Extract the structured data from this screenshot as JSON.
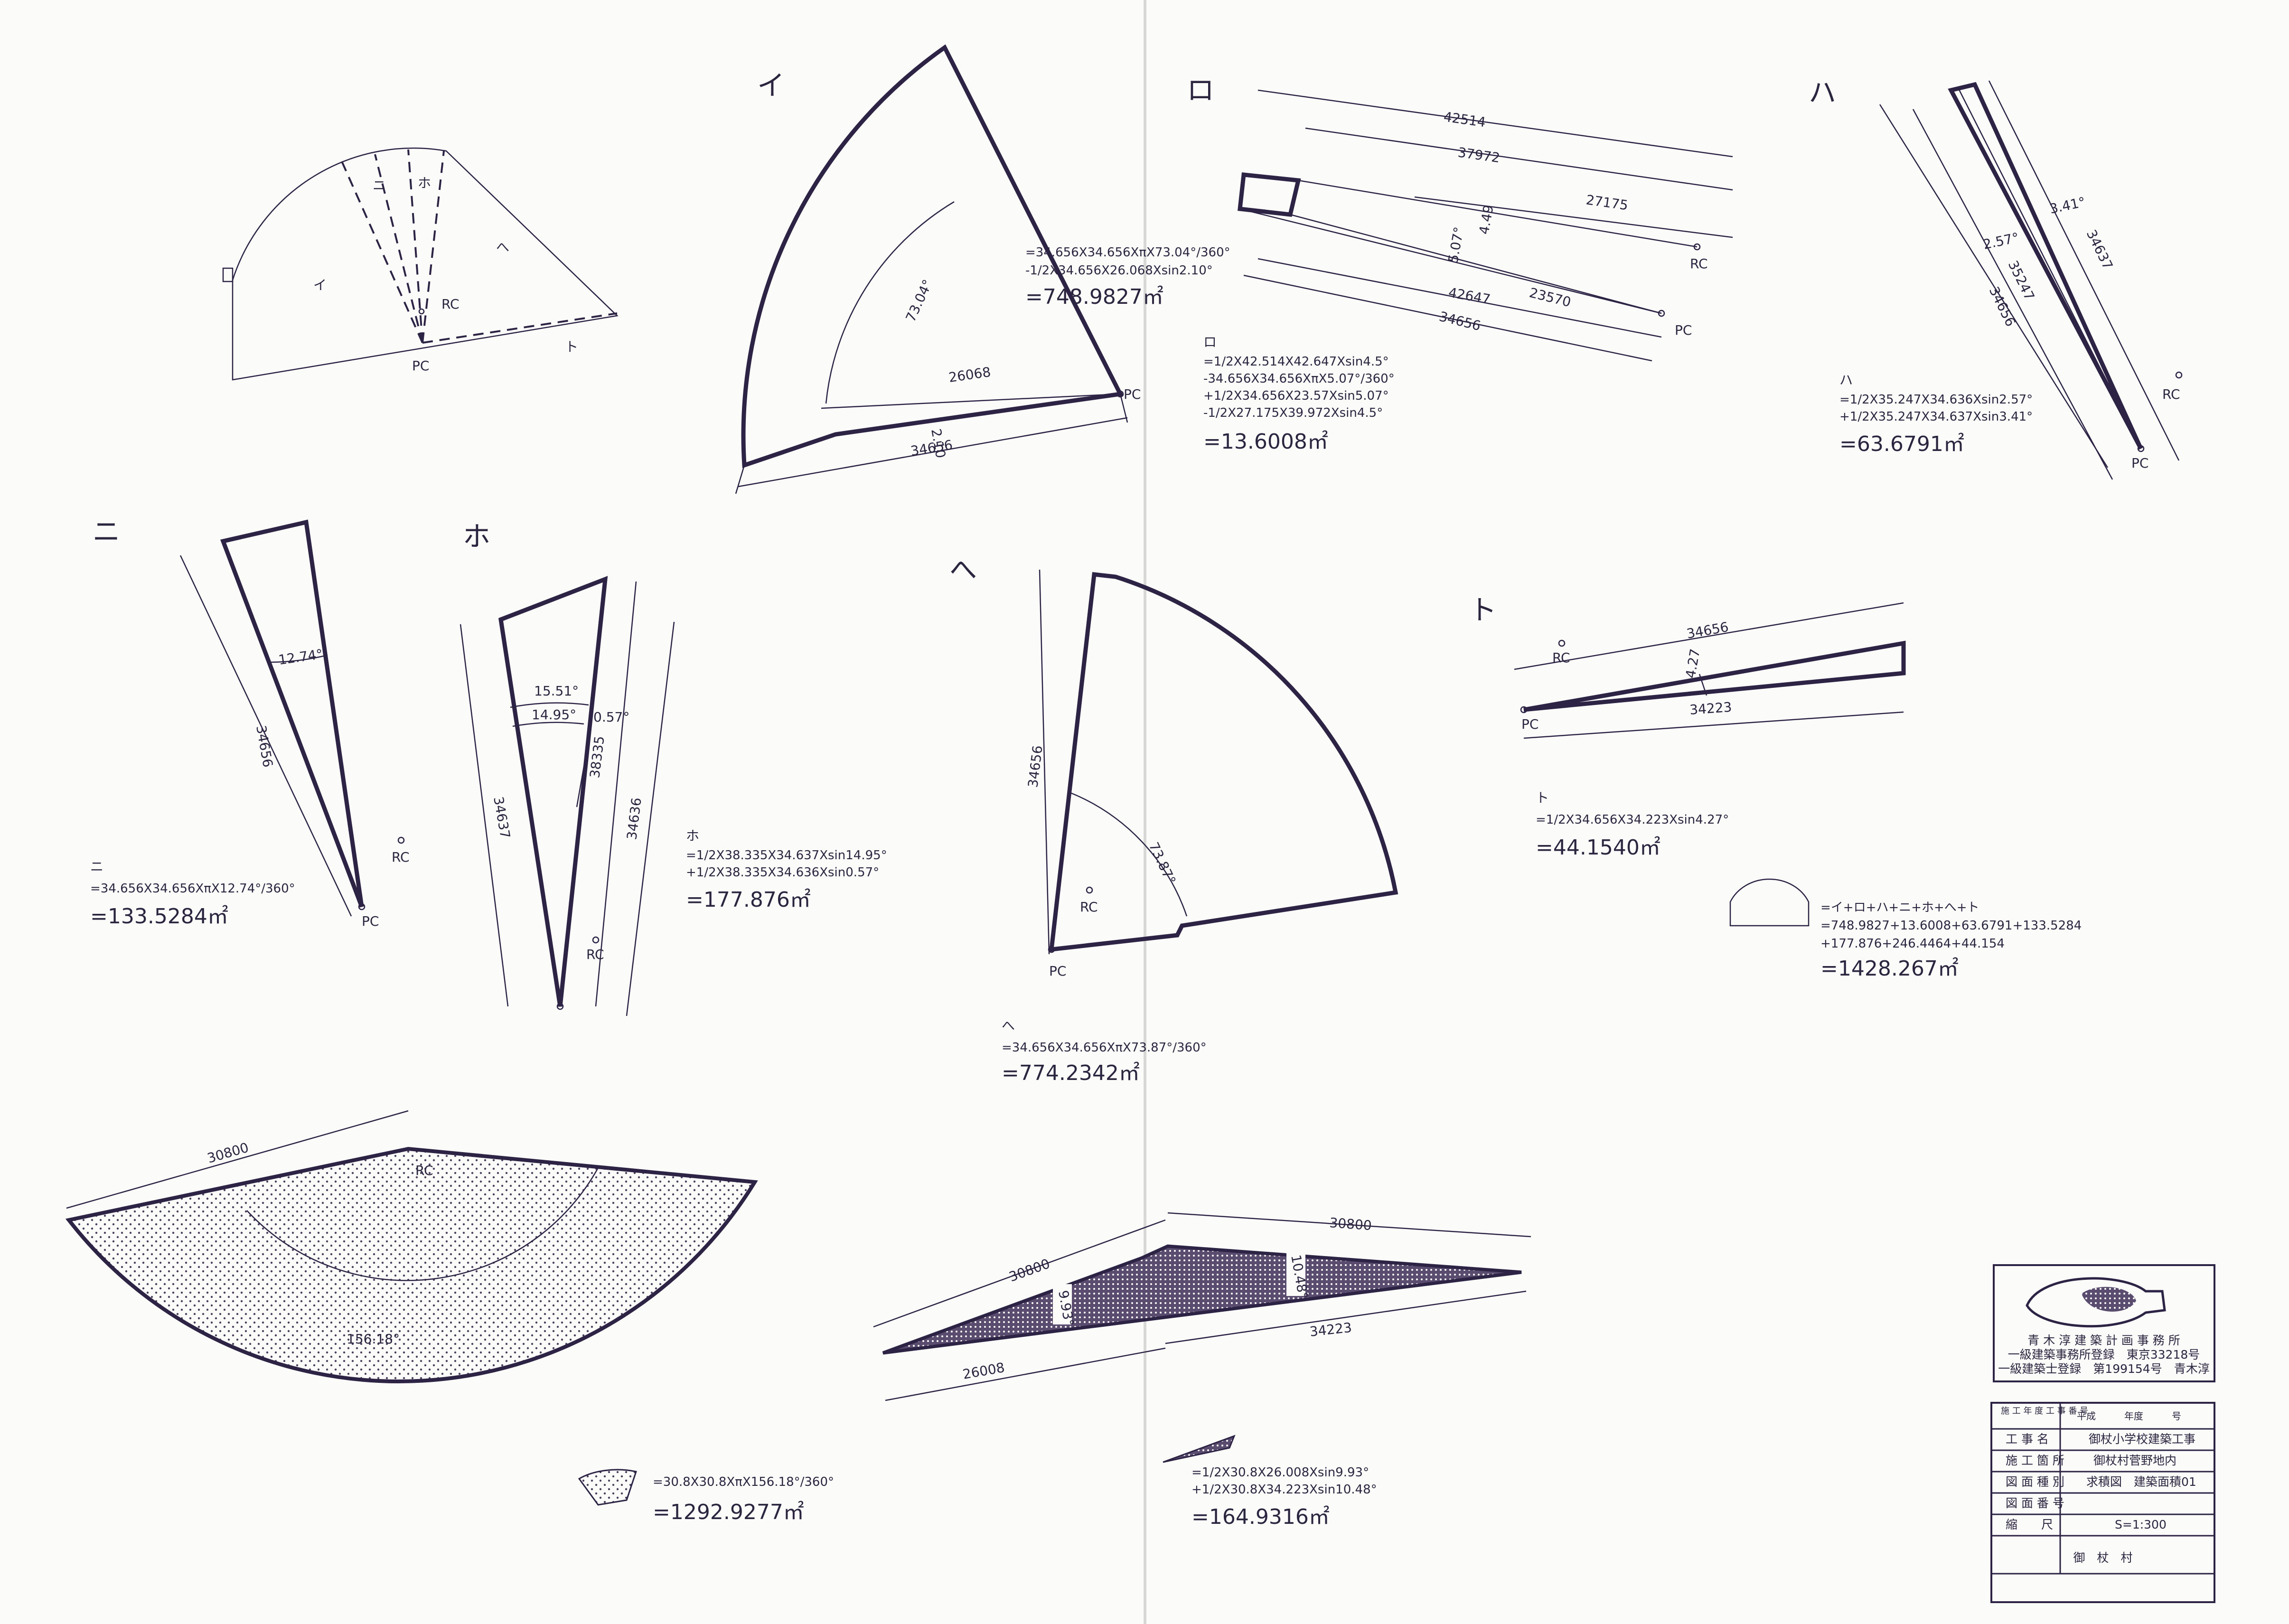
{
  "overview": {
    "labels": [
      "イ",
      "ニ",
      "ホ",
      "へ",
      "ト"
    ],
    "rc": "RC",
    "pc": "PC"
  },
  "sections": {
    "i": {
      "label": "イ",
      "dims": [
        "73.04°",
        "26068",
        "2.10",
        "34656"
      ],
      "formula": [
        "=34.656X34.656XπX73.04°/360°",
        "-1/2X34.656X26.068Xsin2.10°"
      ],
      "area": "=748.9827㎡",
      "pc": "PC"
    },
    "ro": {
      "label": "ロ",
      "dims": [
        "42514",
        "37972",
        "27175",
        "4.49",
        "5.07°",
        "42647",
        "23570",
        "34656"
      ],
      "formula": [
        "=1/2X42.514X42.647Xsin4.5°",
        "-34.656X34.656XπX5.07°/360°",
        "+1/2X34.656X23.57Xsin5.07°",
        "-1/2X27.175X39.972Xsin4.5°"
      ],
      "area": "=13.6008㎡",
      "rc": "RC",
      "pc": "PC"
    },
    "ha": {
      "label": "ハ",
      "dims": [
        "3.41°",
        "2.57°",
        "34637",
        "35247",
        "34656"
      ],
      "formula": [
        "=1/2X35.247X34.636Xsin2.57°",
        "+1/2X35.247X34.637Xsin3.41°"
      ],
      "area": "=63.6791㎡",
      "rc": "RC",
      "pc": "PC"
    },
    "ni": {
      "label": "ニ",
      "dims": [
        "12.74°",
        "34656"
      ],
      "formula": [
        "=34.656X34.656XπX12.74°/360°"
      ],
      "area": "=133.5284㎡",
      "rc": "RC",
      "pc": "PC"
    },
    "ho": {
      "label": "ホ",
      "dims": [
        "15.51°",
        "14.95°",
        "0.57°",
        "34637",
        "38335",
        "34636"
      ],
      "formula": [
        "=1/2X38.335X34.637Xsin14.95°",
        "+1/2X38.335X34.636Xsin0.57°"
      ],
      "area": "=177.876㎡",
      "rc": "RC"
    },
    "he": {
      "label": "へ",
      "dims": [
        "34656",
        "73.87°"
      ],
      "formula": [
        "=34.656X34.656XπX73.87°/360°"
      ],
      "area": "=774.2342㎡",
      "rc": "RC",
      "pc": "PC"
    },
    "to": {
      "label": "ト",
      "dims": [
        "34656",
        "4.27",
        "34223"
      ],
      "formula": [
        "=1/2X34.656X34.223Xsin4.27°"
      ],
      "area": "=44.1540㎡",
      "rc": "RC",
      "pc": "PC"
    },
    "total": {
      "formula": [
        "=イ+ロ+ハ+ニ+ホ+へ+ト",
        "=748.9827+13.6008+63.6791+133.5284",
        "+177.876+246.4464+44.154"
      ],
      "area": "=1428.267㎡"
    },
    "big_sector": {
      "dims": [
        "30800",
        "156.18°"
      ],
      "rc": "RC",
      "formula": [
        "=30.8X30.8XπX156.18°/360°"
      ],
      "area": "=1292.9277㎡"
    },
    "sliver": {
      "dims": [
        "30800",
        "30800",
        "9.93°",
        "10.48°",
        "34223",
        "26008"
      ],
      "formula": [
        "=1/2X30.8X26.008Xsin9.93°",
        "+1/2X30.8X34.223Xsin10.48°"
      ],
      "area": "=164.9316㎡"
    }
  },
  "title_block": {
    "office": [
      "青 木 淳 建 築 計 画 事 務 所",
      "一級建築事務所登録　東京33218号",
      "一級建築士登録　第199154号　青木淳"
    ],
    "rows": [
      {
        "key": "施 工 年 度\n工 事 番 号",
        "value": "平成　　　年度　　　号"
      },
      {
        "key": "工 事 名",
        "value": "御杖小学校建築工事"
      },
      {
        "key": "施 工 箇 所",
        "value": "御杖村菅野地内"
      },
      {
        "key": "図 面 種 別",
        "value": "求積図　建築面積01"
      },
      {
        "key": "図 面 番 号",
        "value": ""
      },
      {
        "key": "縮　　尺",
        "value": "S=1:300"
      }
    ],
    "footer": "御　杖　村"
  },
  "colors": {
    "ink": "#2d2345",
    "paper": "#fbfbfa",
    "hatch": "#5a4c6e"
  }
}
